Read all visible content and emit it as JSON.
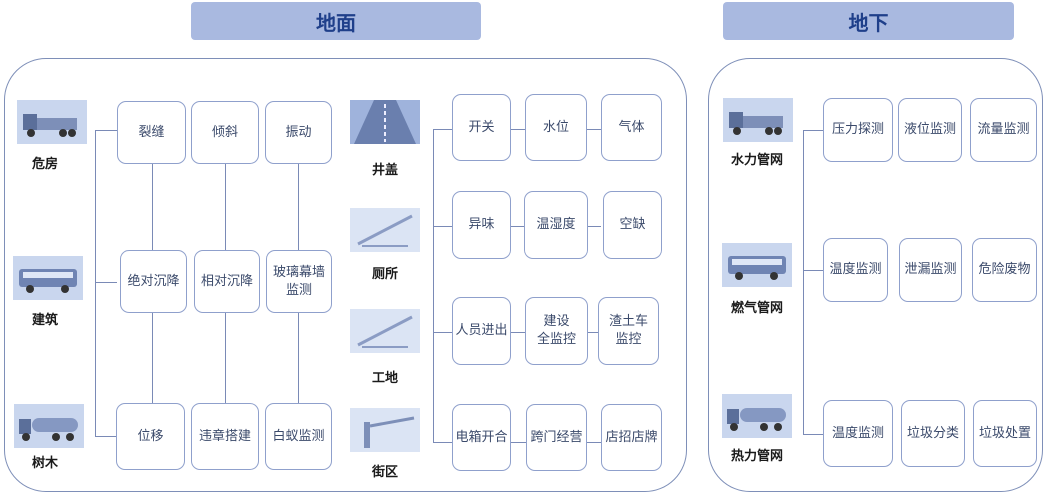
{
  "headers": {
    "ground": "地面",
    "underground": "地下"
  },
  "ground": {
    "categories": [
      {
        "label": "危房",
        "icon": "truck-icon"
      },
      {
        "label": "建筑",
        "icon": "bus-icon"
      },
      {
        "label": "树木",
        "icon": "tanker-truck-icon"
      }
    ],
    "grid": [
      [
        "裂缝",
        "倾斜",
        "振动"
      ],
      [
        "绝对沉降",
        "相对沉降",
        "玻璃幕墙\n监测"
      ],
      [
        "位移",
        "违章搭建",
        "白蚁监测"
      ]
    ]
  },
  "facilities": {
    "categories": [
      {
        "label": "井盖",
        "icon": "road-icon"
      },
      {
        "label": "厕所",
        "icon": "crane-icon"
      },
      {
        "label": "工地",
        "icon": "crane-icon"
      },
      {
        "label": "街区",
        "icon": "barrier-gate-icon"
      }
    ],
    "rows": [
      [
        "开关",
        "水位",
        "气体"
      ],
      [
        "异味",
        "温湿度",
        "空缺"
      ],
      [
        "人员进出",
        "建设\n全监控",
        "渣土车\n监控"
      ],
      [
        "电箱开合",
        "跨门经营",
        "店招店牌"
      ]
    ]
  },
  "underground": {
    "categories": [
      {
        "label": "水力管网",
        "icon": "truck-icon"
      },
      {
        "label": "燃气管网",
        "icon": "bus-icon"
      },
      {
        "label": "热力管网",
        "icon": "tanker-truck-icon"
      }
    ],
    "rows": [
      [
        "压力探测",
        "液位监测",
        "流量监测"
      ],
      [
        "温度监测",
        "泄漏监测",
        "危险废物"
      ],
      [
        "温度监测",
        "垃圾分类",
        "垃圾处置"
      ]
    ]
  },
  "colors": {
    "header_bg": "#a9b9e0",
    "header_text": "#1f3f8a",
    "border": "#8fa0cc",
    "line": "#7a8ab6"
  }
}
